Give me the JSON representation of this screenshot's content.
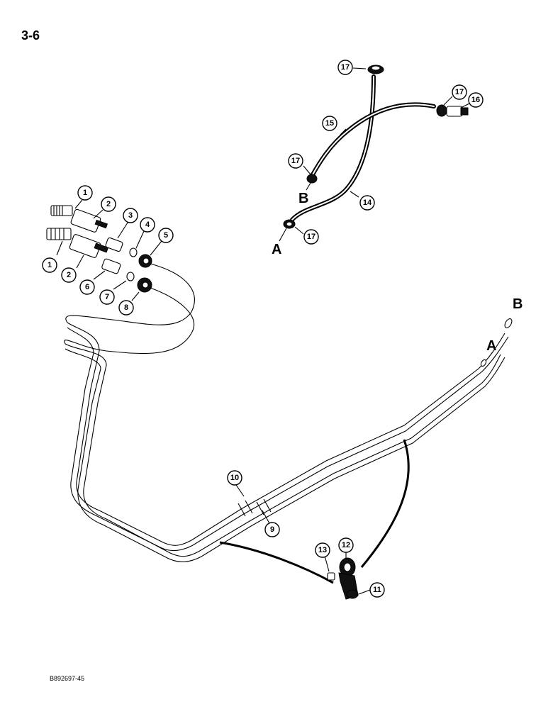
{
  "page_number": "3-6",
  "document_code": "B892697-45",
  "port_labels": {
    "a_lower": "A",
    "b_upper": "B",
    "a_right": "A",
    "b_right": "B"
  },
  "callouts": {
    "c1a": "1",
    "c1b": "1",
    "c2a": "2",
    "c2b": "2",
    "c3": "3",
    "c4": "4",
    "c5": "5",
    "c6": "6",
    "c7": "7",
    "c8": "8",
    "c9": "9",
    "c10": "10",
    "c11": "11",
    "c12": "12",
    "c13": "13",
    "c14": "14",
    "c15": "15",
    "c16": "16",
    "c17a": "17",
    "c17b": "17",
    "c17c": "17",
    "c17d": "17"
  }
}
